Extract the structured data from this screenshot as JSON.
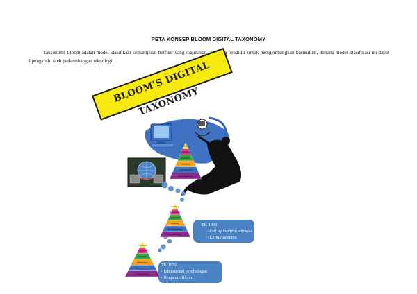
{
  "document": {
    "title": "PETA KONSEP BLOOM DIGITAL TAXONOMY",
    "paragraph": "Taksonomi Bloom adalah model klasifikasi kemampuan berfikir yang digunakan oleh para pendidik untuk mengembangkan kurikulum, dimana model klasifikasi ini dapat dipengaruhi oleh perkembangan teknologi."
  },
  "banner": {
    "text": "BLOOM'S DIGITAL TAXONOMY",
    "color": "#f6ea10"
  },
  "pyramid_levels_new": [
    "Creating",
    "Evaluating",
    "Analyzing",
    "Applying",
    "Understanding",
    "Remembering"
  ],
  "pyramid_levels_old": [
    "Evaluation",
    "Synthesis",
    "Analysis",
    "Application",
    "Comprehension",
    "Knowledge"
  ],
  "pyramid_colors": [
    "#f6ea10",
    "#e2358f",
    "#3aa641",
    "#f3a21b",
    "#3a6fc1",
    "#8a2a8f"
  ],
  "boxes": [
    {
      "year": "Th. 1990",
      "lines": [
        "- Led by David Krathwohl",
        "- Lorin Anderson"
      ]
    },
    {
      "year": "Th. 1956",
      "lines": [
        "- Educational psychologist",
        "- Benjamin Bloom"
      ]
    }
  ],
  "accent_colors": {
    "box": "#4a82c3",
    "bubble": "#5c93d0",
    "swoosh": "#2f66bd"
  },
  "icons": [
    "computer-icon",
    "network-globe-icon",
    "person-at-computer-icon",
    "reaching-figure-icon"
  ]
}
